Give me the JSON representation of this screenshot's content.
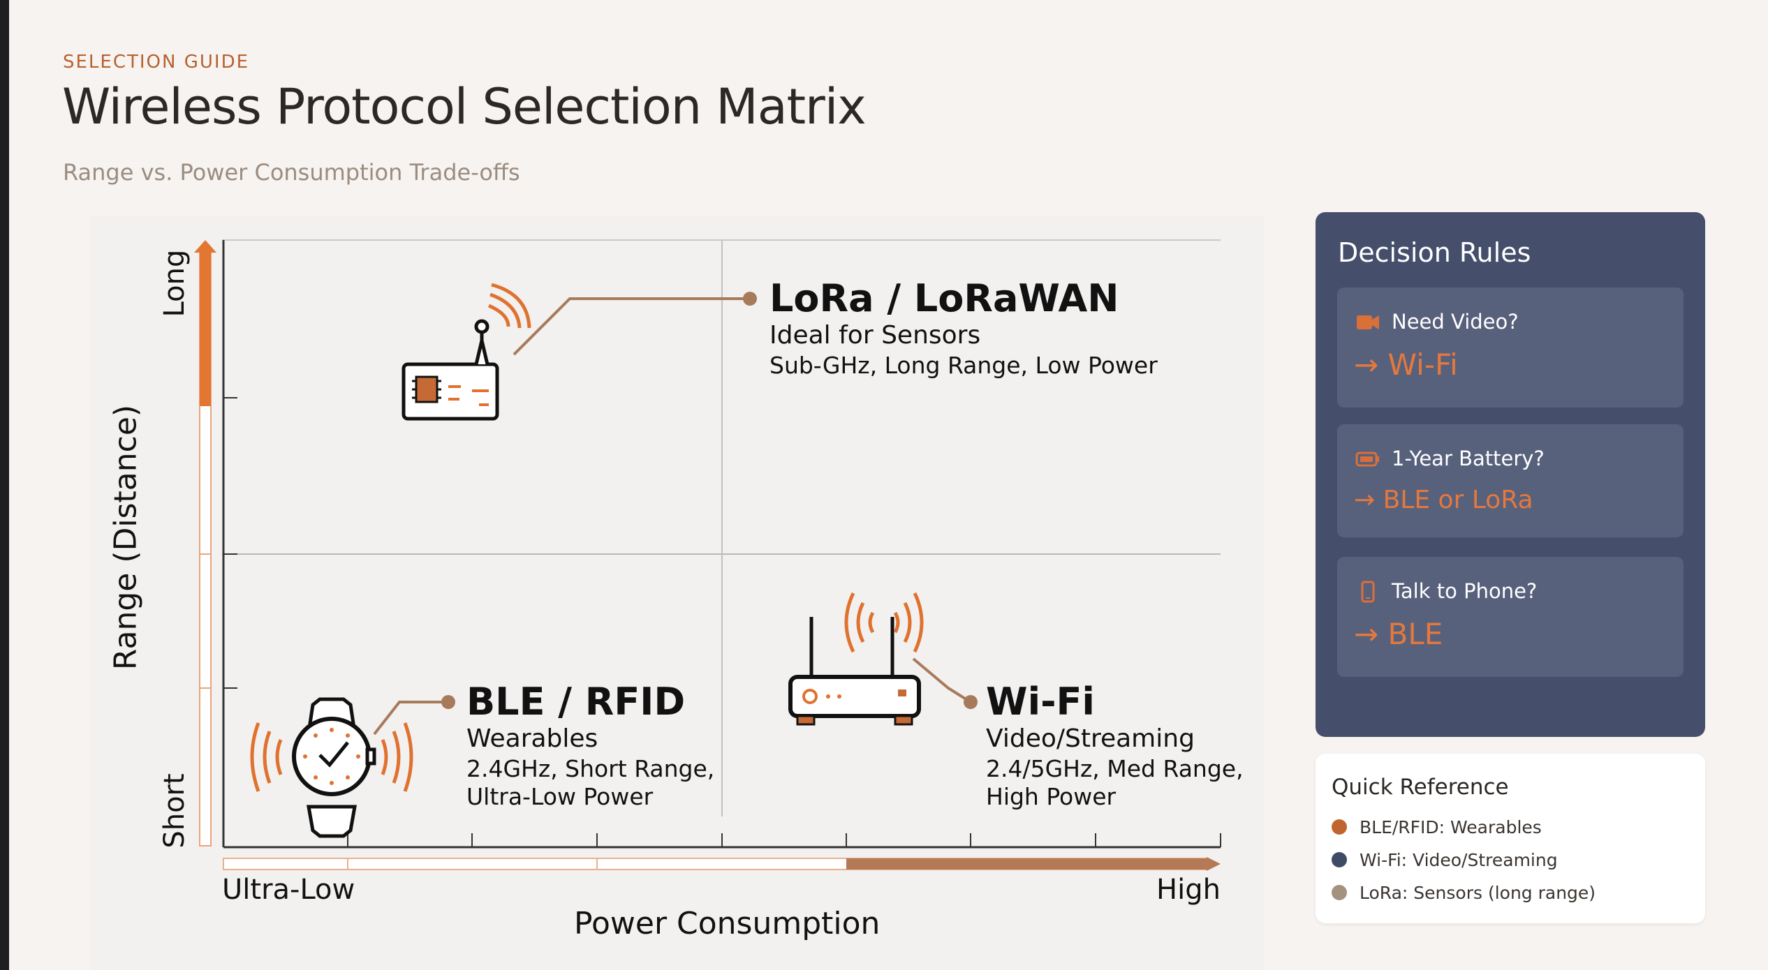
{
  "header": {
    "eyebrow": "SELECTION GUIDE",
    "title": "Wireless Protocol Selection Matrix",
    "subtitle": "Range vs. Power Consumption Trade-offs"
  },
  "diagram": {
    "y_axis": {
      "title": "Range (Distance)",
      "high": "Long",
      "low": "Short"
    },
    "x_axis": {
      "title": "Power Consumption",
      "low": "Ultra-Low",
      "high": "High"
    },
    "quadrants": {
      "lora": {
        "title": "LoRa / LoRaWAN",
        "subtitle": "Ideal for Sensors",
        "detail": "Sub-GHz, Long Range, Low Power",
        "icon": "lora-board-antenna-icon"
      },
      "ble": {
        "title": "BLE / RFID",
        "subtitle": "Wearables",
        "detail_1": "2.4GHz, Short Range,",
        "detail_2": "Ultra-Low Power",
        "icon": "smartwatch-icon"
      },
      "wifi": {
        "title": "Wi-Fi",
        "subtitle": "Video/Streaming",
        "detail_1": "2.4/5GHz, Med Range,",
        "detail_2": "High Power",
        "icon": "wifi-router-icon"
      }
    },
    "colors": {
      "accent": "#e0722f",
      "leader": "#a87a5c",
      "axis": "#333333"
    }
  },
  "decision_rules": {
    "title": "Decision Rules",
    "rules": [
      {
        "question": "Need Video?",
        "answer": "→ Wi-Fi",
        "icon": "video-camera-icon"
      },
      {
        "question": "1-Year Battery?",
        "answer": "→ BLE or LoRa",
        "icon": "battery-icon"
      },
      {
        "question": "Talk to Phone?",
        "answer": "→ BLE",
        "icon": "phone-icon"
      }
    ]
  },
  "quick_reference": {
    "title": "Quick Reference",
    "items": [
      {
        "label": "BLE/RFID: Wearables",
        "color": "#c1652f"
      },
      {
        "label": "Wi-Fi: Video/Streaming",
        "color": "#3f4a66"
      },
      {
        "label": "LoRa: Sensors (long range)",
        "color": "#a4927f"
      }
    ]
  }
}
